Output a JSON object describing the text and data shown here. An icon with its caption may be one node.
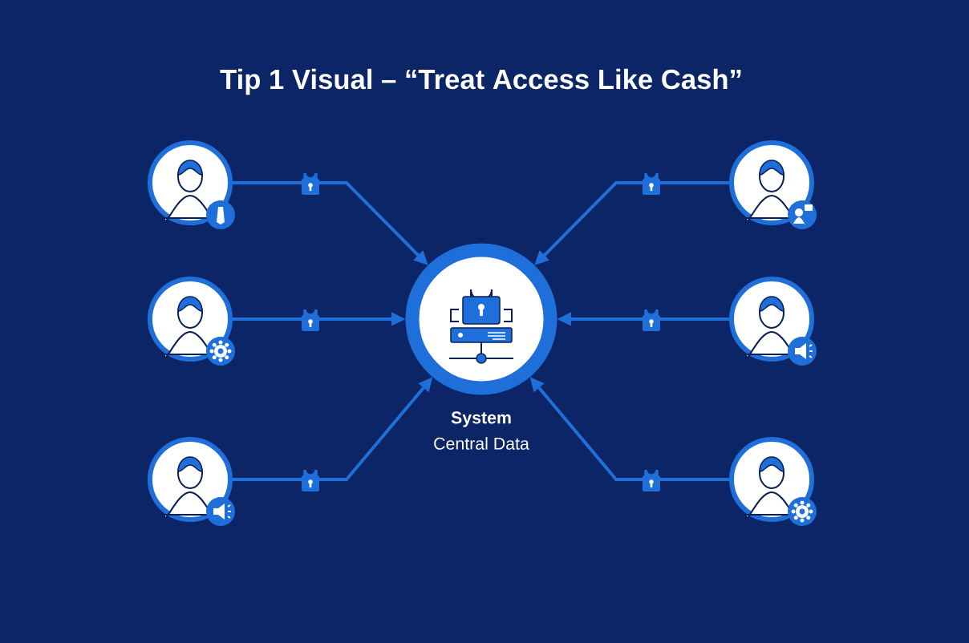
{
  "diagram": {
    "title": "Tip 1 Visual – “Treat Access Like Cash”",
    "nodes": [
      {
        "text": [],
        "shape": "person"
      },
      {
        "text": [],
        "shape": "person"
      },
      {
        "text": [],
        "shape": "person"
      },
      {
        "text": [],
        "shape": "person"
      },
      {
        "text": [],
        "shape": "person"
      },
      {
        "text": [],
        "shape": "person"
      },
      {
        "text": [],
        "shape": "circle",
        "beside": [
          "System",
          "Central Data"
        ]
      }
    ],
    "edges": [
      {
        "from": 0,
        "to": 6,
        "arrow": "to"
      },
      {
        "from": 1,
        "to": 6,
        "arrow": "to"
      },
      {
        "from": 2,
        "to": 6,
        "arrow": "to"
      },
      {
        "from": 3,
        "to": 6,
        "arrow": "to"
      },
      {
        "from": 4,
        "to": 6,
        "arrow": "to"
      },
      {
        "from": 5,
        "to": 6,
        "arrow": "to"
      }
    ]
  }
}
